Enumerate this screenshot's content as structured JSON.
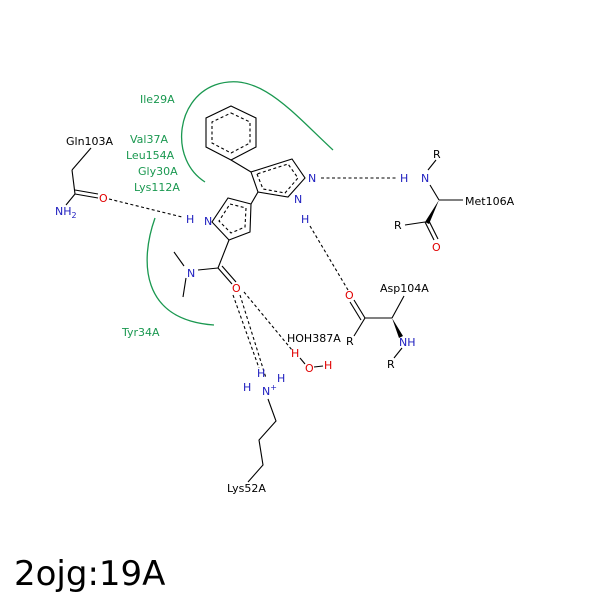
{
  "caption": "2ojg:19A",
  "residues": {
    "gln103": "Gln103A",
    "met106": "Met106A",
    "asp104": "Asp104A",
    "lys52": "Lys52A",
    "hoh387": "HOH387A"
  },
  "hydrophobic": {
    "ile29": "Ile29A",
    "val37": "Val37A",
    "leu154": "Leu154A",
    "gly30": "Gly30A",
    "lys112": "Lys112A",
    "tyr34": "Tyr34A"
  },
  "atoms": {
    "N": "N",
    "O": "O",
    "H": "H",
    "R": "R",
    "NH": "NH",
    "NH2_main": "NH",
    "NH2_sub": "2",
    "Nplus_main": "N",
    "Nplus_sup": "+"
  },
  "colors": {
    "carbon": "#000000",
    "nitrogen": "#2020c0",
    "oxygen": "#e00000",
    "hydrophobic": "#1a9850"
  }
}
